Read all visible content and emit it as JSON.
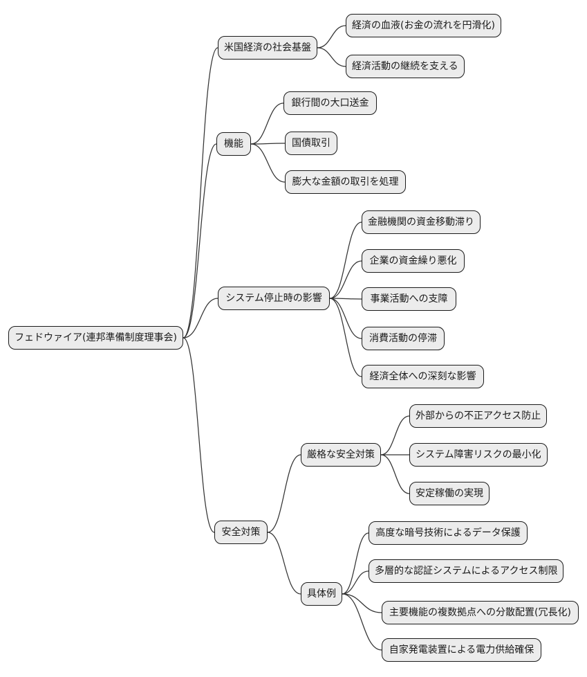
{
  "diagram": {
    "type": "mindmap",
    "background": "#ffffff",
    "colors": {
      "node_fill": "#ececec",
      "node_border": "#1a1a1a",
      "edge": "#333333",
      "text": "#1a1a1a"
    },
    "root": {
      "label": "フェドウァイア(連邦準備制度理事会)"
    },
    "branches": [
      {
        "label": "米国経済の社会基盤",
        "children": [
          {
            "label": "経済の血液(お金の流れを円滑化)"
          },
          {
            "label": "経済活動の継続を支える"
          }
        ]
      },
      {
        "label": "機能",
        "children": [
          {
            "label": "銀行間の大口送金"
          },
          {
            "label": "国債取引"
          },
          {
            "label": "膨大な金額の取引を処理"
          }
        ]
      },
      {
        "label": "システム停止時の影響",
        "children": [
          {
            "label": "金融機関の資金移動滞り"
          },
          {
            "label": "企業の資金繰り悪化"
          },
          {
            "label": "事業活動への支障"
          },
          {
            "label": "消費活動の停滞"
          },
          {
            "label": "経済全体への深刻な影響"
          }
        ]
      },
      {
        "label": "安全対策",
        "children": [
          {
            "label": "厳格な安全対策",
            "children": [
              {
                "label": "外部からの不正アクセス防止"
              },
              {
                "label": "システム障害リスクの最小化"
              },
              {
                "label": "安定稼働の実現"
              }
            ]
          },
          {
            "label": "具体例",
            "children": [
              {
                "label": "高度な暗号技術によるデータ保護"
              },
              {
                "label": "多層的な認証システムによるアクセス制限"
              },
              {
                "label": "主要機能の複数拠点への分散配置(冗長化)"
              },
              {
                "label": "自家発電装置による電力供給確保"
              }
            ]
          }
        ]
      }
    ]
  }
}
